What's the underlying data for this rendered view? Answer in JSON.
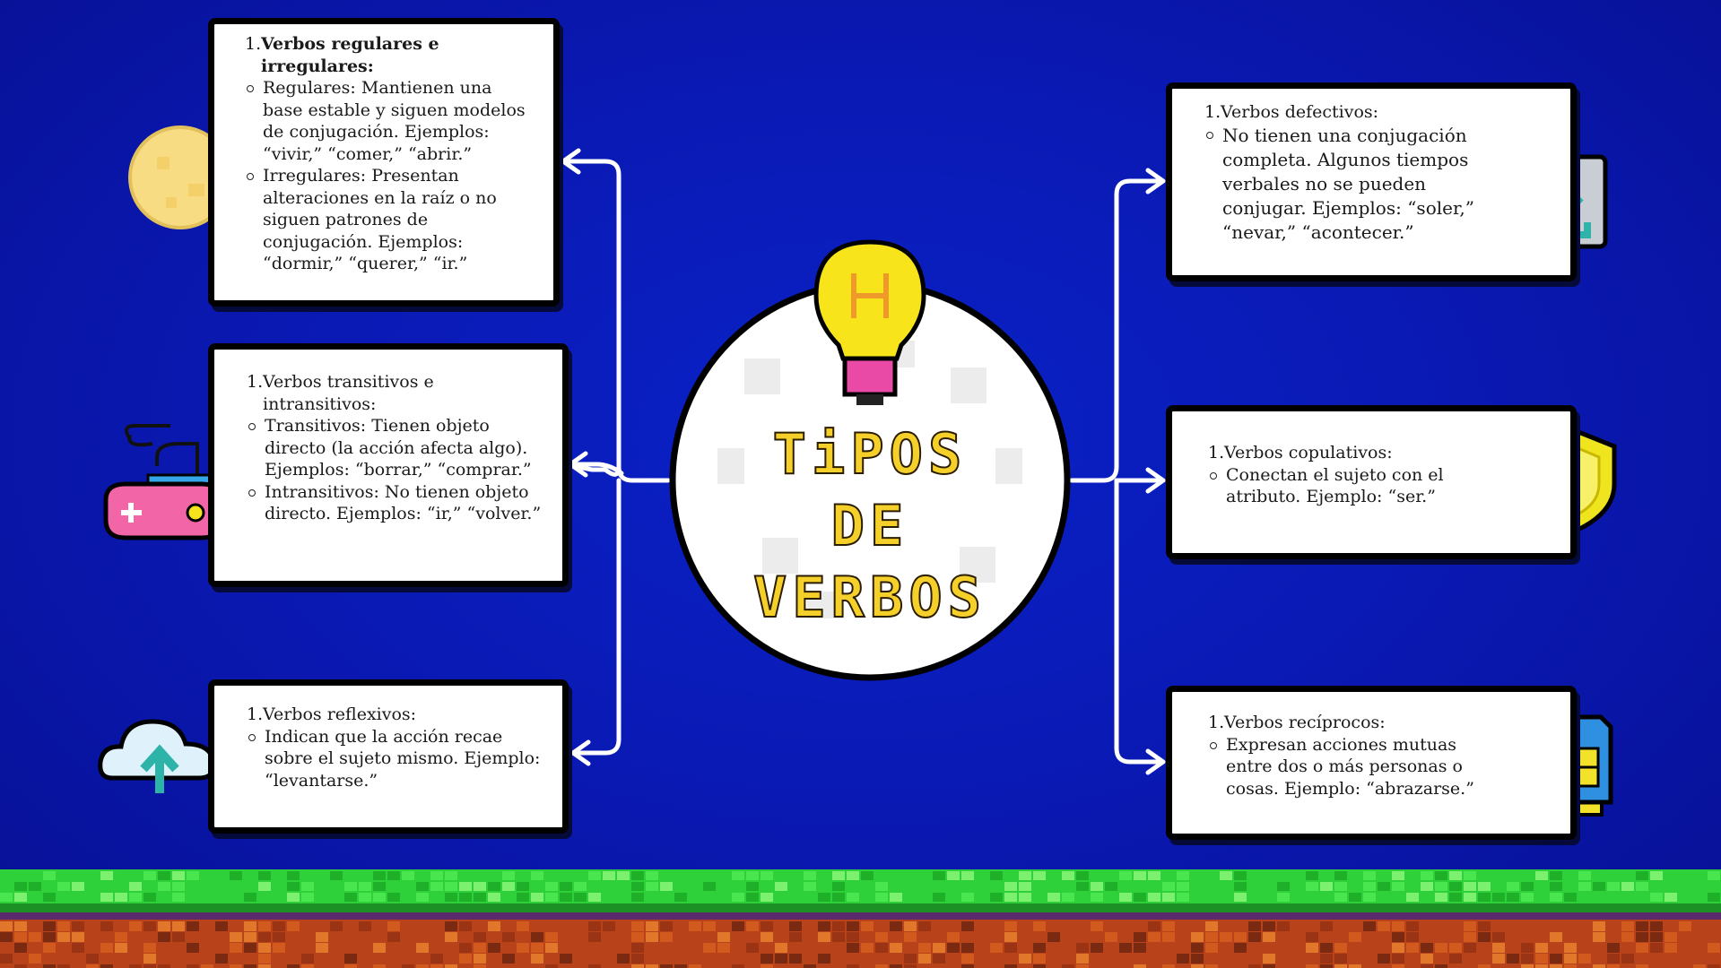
{
  "center": {
    "title_lines": [
      "TiPOS",
      "DE",
      "VERBOS"
    ]
  },
  "cards": {
    "regulares": {
      "number": "1.",
      "heading": "Verbos regulares e irregulares:",
      "bullets": [
        "Regulares: Mantienen una base estable y siguen modelos de conjugación. Ejemplos: “vivir,” “comer,” “abrir.”",
        "Irregulares: Presentan alteraciones en la raíz o no siguen patrones de conjugación. Ejemplos: “dormir,” “querer,” “ir.”"
      ]
    },
    "transitivos": {
      "number": "1.",
      "heading": "Verbos transitivos e intransitivos:",
      "bullets": [
        "Transitivos: Tienen objeto directo (la acción afecta algo). Ejemplos: “borrar,” “comprar.”",
        "Intransitivos: No tienen objeto directo. Ejemplos: “ir,” “volver.”"
      ]
    },
    "reflexivos": {
      "number": "1.",
      "heading": "Verbos reflexivos:",
      "bullets": [
        "Indican que la acción recae sobre el sujeto mismo. Ejemplo: “levantarse.”"
      ]
    },
    "defectivos": {
      "number": "1.",
      "heading": "Verbos defectivos:",
      "bullets": [
        "No tienen una conjugación completa. Algunos tiempos verbales no se pueden conjugar. Ejemplos: “soler,” “nevar,” “acontecer.”"
      ]
    },
    "copulativos": {
      "number": "1.",
      "heading": "Verbos copulativos:",
      "bullets": [
        "Conectan el sujeto con el atributo. Ejemplo: “ser.”"
      ]
    },
    "reciprocos": {
      "number": "1.",
      "heading": "Verbos recíprocos:",
      "bullets": [
        "Expresan acciones mutuas entre dos o más personas o cosas. Ejemplo: “abrazarse.”"
      ]
    }
  },
  "icons": [
    "moon-icon",
    "gamepad-icon",
    "cloud-upload-icon",
    "download-icon",
    "shield-icon",
    "sim-card-icon",
    "lightbulb-icon"
  ],
  "colors": {
    "background": "#0a1cb8",
    "title": "#f5cf2a",
    "grass": "#2fd13a",
    "dirt": "#b8431a"
  }
}
